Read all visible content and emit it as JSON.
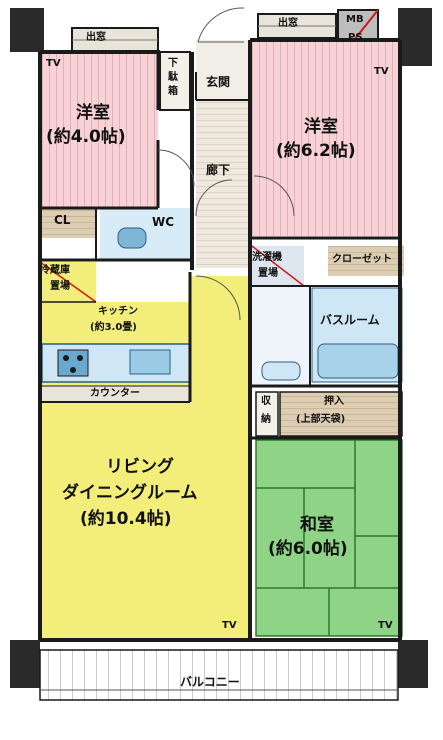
{
  "rooms": {
    "west_room": {
      "name": "洋室",
      "size": "(約4.0帖)"
    },
    "east_room": {
      "name": "洋室",
      "size": "(約6.2帖)"
    },
    "living": {
      "line1": "リビング",
      "line2": "ダイニングルーム",
      "size": "(約10.4帖)"
    },
    "washitsu": {
      "name": "和室",
      "size": "(約6.0帖)"
    },
    "kitchen": {
      "name": "キッチン",
      "size": "(約3.0畳)"
    }
  },
  "labels": {
    "bay_window_left": "出窓",
    "bay_window_right": "出窓",
    "mbps_line1": "MB",
    "mbps_line2": "PS",
    "shoe_box_line1": "下",
    "shoe_box_line2": "駄",
    "shoe_box_line3": "箱",
    "entrance": "玄関",
    "hallway": "廊下",
    "closet_small": "CL",
    "toilet": "WC",
    "fridge_line1": "冷蔵庫",
    "fridge_line2": "置場",
    "laundry_line1": "洗濯機",
    "laundry_line2": "置場",
    "closet": "クローゼット",
    "bathroom": "バスルーム",
    "counter": "カウンター",
    "storage_line1": "収",
    "storage_line2": "納",
    "oshiire_line1": "押入",
    "oshiire_line2": "(上部天袋)",
    "balcony": "バルコニー",
    "tv": "TV"
  },
  "colors": {
    "wall": "#1a1a1a",
    "pink_floor": "#f7d2d6",
    "pink_stripe": "#d58a97",
    "yellow_floor": "#f3ee7a",
    "tatami": "#8fd486",
    "tatami_line": "#2b7a2b",
    "wet_area": "#cfe6f5",
    "closet_fill": "#d9cbb2",
    "hall_fill": "#e8e4dc"
  }
}
